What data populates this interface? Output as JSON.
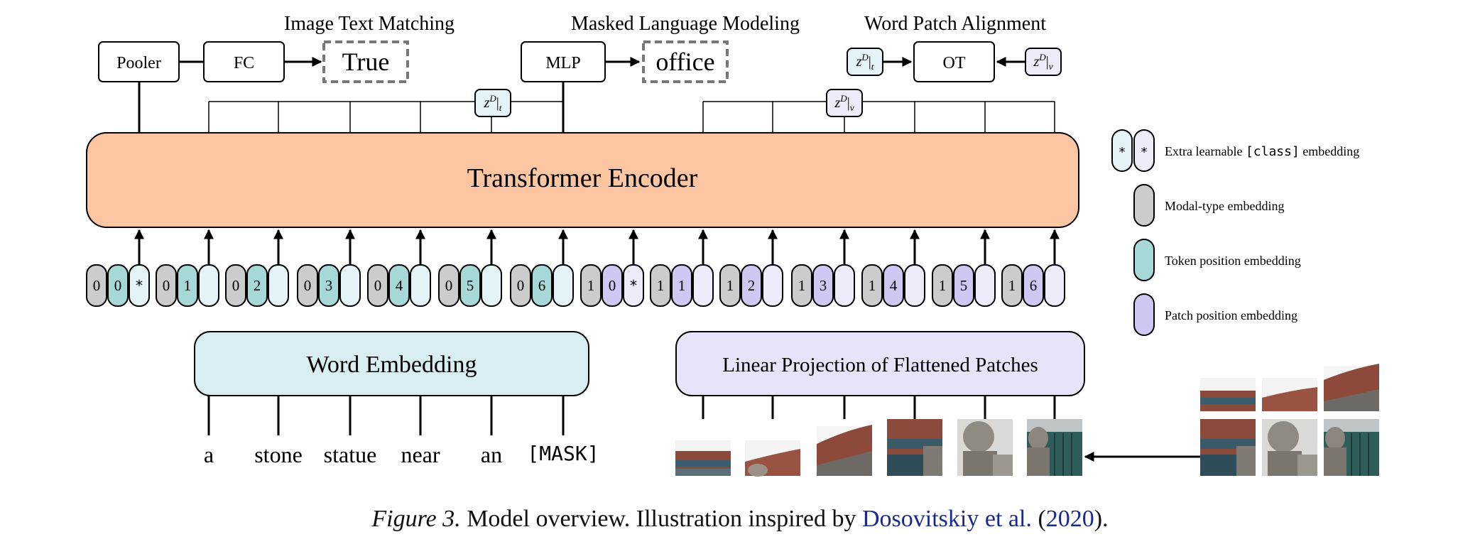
{
  "heads": {
    "itm_title": "Image Text Matching",
    "mlm_title": "Masked Language Modeling",
    "wpa_title": "Word Patch Alignment",
    "pooler_label": "Pooler",
    "fc_label": "FC",
    "itm_output": "True",
    "mlp_label": "MLP",
    "mlm_output": "office",
    "ot_label": "OT",
    "zt_main": "z",
    "zt_sup": "D",
    "zt_sub": "t",
    "zv_sub": "v"
  },
  "encoder": {
    "label": "Transformer Encoder"
  },
  "embeddings": {
    "word_label": "Word Embedding",
    "patch_label": "Linear Projection of Flattened Patches",
    "text_groups": [
      {
        "modal": "0",
        "pos": "0",
        "cls": "*"
      },
      {
        "modal": "0",
        "pos": "1",
        "cls": ""
      },
      {
        "modal": "0",
        "pos": "2",
        "cls": ""
      },
      {
        "modal": "0",
        "pos": "3",
        "cls": ""
      },
      {
        "modal": "0",
        "pos": "4",
        "cls": ""
      },
      {
        "modal": "0",
        "pos": "5",
        "cls": ""
      },
      {
        "modal": "0",
        "pos": "6",
        "cls": ""
      }
    ],
    "image_groups": [
      {
        "modal": "1",
        "pos": "0",
        "cls": "*"
      },
      {
        "modal": "1",
        "pos": "1",
        "cls": ""
      },
      {
        "modal": "1",
        "pos": "2",
        "cls": ""
      },
      {
        "modal": "1",
        "pos": "3",
        "cls": ""
      },
      {
        "modal": "1",
        "pos": "4",
        "cls": ""
      },
      {
        "modal": "1",
        "pos": "5",
        "cls": ""
      },
      {
        "modal": "1",
        "pos": "6",
        "cls": ""
      }
    ]
  },
  "words": [
    "a",
    "stone",
    "statue",
    "near",
    "an",
    "[MASK]"
  ],
  "legend": {
    "class_prefix": "Extra learnable ",
    "class_code": "[class]",
    "class_suffix": " embedding",
    "modal": "Modal-type embedding",
    "token": "Token position embedding",
    "patch": "Patch position embedding",
    "star": "*"
  },
  "colors": {
    "encoder": "#fdc6a2",
    "word_box": "#d8eef0",
    "patch_box": "#e6e4f8",
    "modal": "#cccccc",
    "token_pos": "#a6d8d8",
    "patch_pos": "#cfc8f2",
    "text_token": "#e4f4f6",
    "image_token": "#eeecfa",
    "citation": "#1a2a8c"
  },
  "caption": {
    "label": "Figure 3.",
    "text": " Model overview. Illustration inspired by ",
    "cite_authors": "Dosovitskiy et al.",
    "cite_open": " (",
    "cite_year": "2020",
    "cite_close": ")."
  }
}
